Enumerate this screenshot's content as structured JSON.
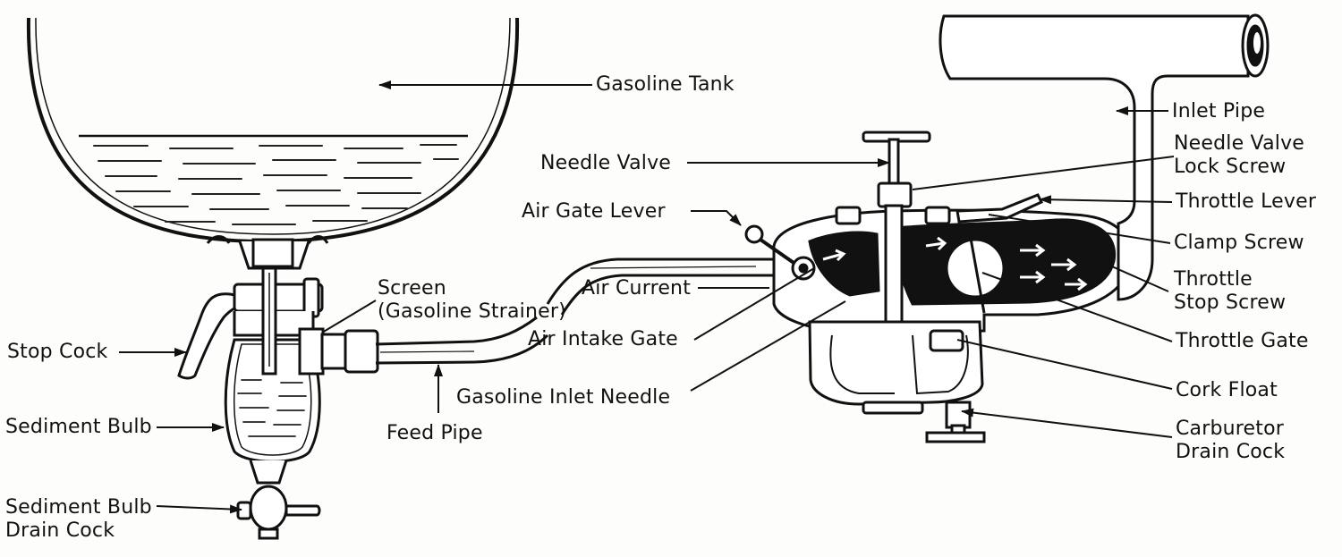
{
  "labels": {
    "gasoline_tank": "Gasoline Tank",
    "needle_valve": "Needle Valve",
    "air_gate_lever": "Air Gate Lever",
    "screen": "Screen",
    "gasoline_strainer": "(Gasoline Strainer)",
    "air_current": "Air Current",
    "air_intake_gate": "Air Intake Gate",
    "stop_cock": "Stop Cock",
    "gasoline_inlet_needle": "Gasoline Inlet Needle",
    "sediment_bulb": "Sediment Bulb",
    "feed_pipe": "Feed Pipe",
    "sediment_bulb_drain_cock_1": "Sediment Bulb",
    "sediment_bulb_drain_cock_2": "Drain Cock",
    "inlet_pipe": "Inlet Pipe",
    "needle_valve_lock_screw_1": "Needle Valve",
    "needle_valve_lock_screw_2": "Lock Screw",
    "throttle_lever": "Throttle Lever",
    "clamp_screw": "Clamp Screw",
    "throttle_stop_screw_1": "Throttle",
    "throttle_stop_screw_2": "Stop Screw",
    "throttle_gate": "Throttle Gate",
    "cork_float": "Cork Float",
    "carburetor_drain_cock_1": "Carburetor",
    "carburetor_drain_cock_2": "Drain Cock"
  }
}
